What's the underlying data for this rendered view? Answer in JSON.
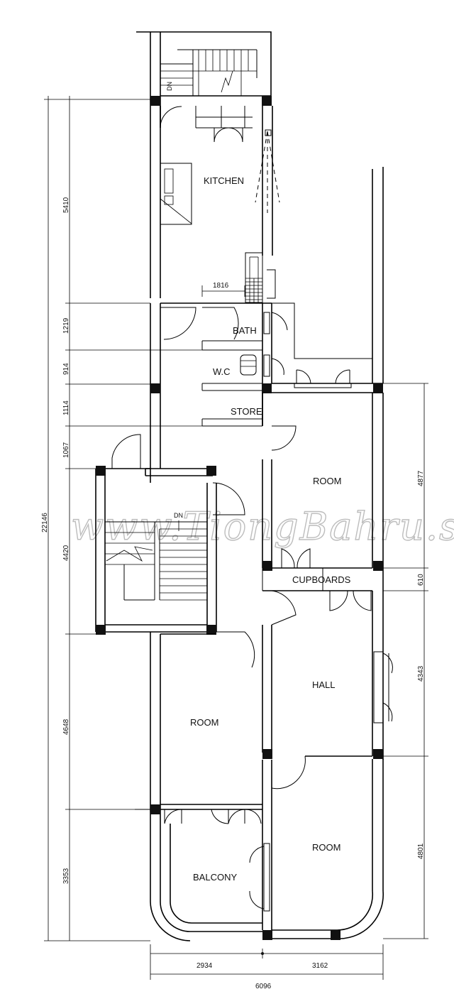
{
  "watermark": "www.TiongBahru.sg",
  "rooms": {
    "kitchen": "KITCHEN",
    "bath": "BATH",
    "wc": "W.C",
    "store": "STORE",
    "room_upper": "ROOM",
    "cupboards": "CUPBOARDS",
    "hall": "HALL",
    "room_middle": "ROOM",
    "room_lower": "ROOM",
    "balcony": "BALCONY"
  },
  "stair_labels": {
    "top": "DN",
    "middle": "DN"
  },
  "dimensions": {
    "overall_height": "22146",
    "left": [
      "5410",
      "1219",
      "914",
      "1114",
      "1067",
      "4420",
      "4648",
      "3353"
    ],
    "right": [
      "4877",
      "610",
      "4343",
      "4801"
    ],
    "bottom": [
      "2934",
      "3162"
    ],
    "overall_width": "6096",
    "kitchen_inner": "1816"
  }
}
